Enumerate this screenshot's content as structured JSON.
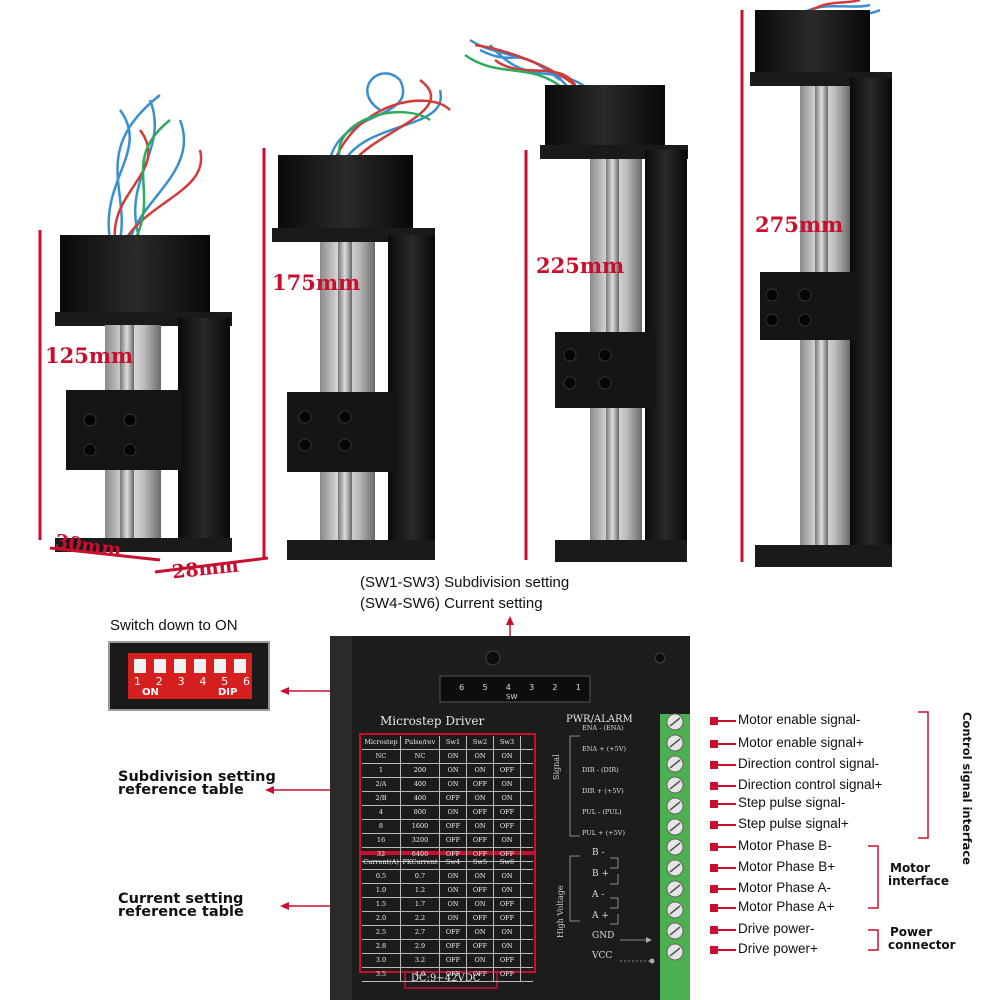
{
  "products": {
    "sizes": [
      "125mm",
      "175mm",
      "225mm",
      "275mm"
    ],
    "width": "30mm",
    "depth": "28mm"
  },
  "switch_info": {
    "subdivision_setting": "(SW1-SW3) Subdivision setting",
    "current_setting": "(SW4-SW6) Current setting",
    "switch_down_on": "Switch down to ON",
    "dip_numbers": [
      "1",
      "2",
      "3",
      "4",
      "5",
      "6"
    ],
    "dip_on": "ON",
    "dip_dip": "DIP"
  },
  "driver": {
    "title": "Microstep Driver",
    "pwr_alarm": "PWR/ALARM",
    "sw_label": "SW",
    "sw_numbers": [
      "6",
      "5",
      "4",
      "3",
      "2",
      "1"
    ],
    "voltage": "DC:9~42VDC",
    "signal_group": "Signal",
    "high_voltage_group": "High Voltage",
    "terminal_labels": [
      "ENA - (ENA)",
      "ENA + (+5V)",
      "DIR - (DIR)",
      "DIR + (+5V)",
      "PUL - (PUL)",
      "PUL + (+5V)",
      "B -",
      "B +",
      "A -",
      "A +",
      "GND",
      "VCC"
    ],
    "microstep_table": {
      "headers": [
        "Microstep",
        "Pulse/rev",
        "Sw1",
        "Sw2",
        "Sw3"
      ],
      "rows": [
        [
          "NC",
          "NC",
          "ON",
          "ON",
          "ON"
        ],
        [
          "1",
          "200",
          "ON",
          "ON",
          "OFF"
        ],
        [
          "2/A",
          "400",
          "ON",
          "OFF",
          "ON"
        ],
        [
          "2/B",
          "400",
          "OFF",
          "ON",
          "ON"
        ],
        [
          "4",
          "800",
          "ON",
          "OFF",
          "OFF"
        ],
        [
          "8",
          "1600",
          "OFF",
          "ON",
          "OFF"
        ],
        [
          "16",
          "3200",
          "OFF",
          "OFF",
          "ON"
        ],
        [
          "32",
          "6400",
          "OFF",
          "OFF",
          "OFF"
        ]
      ]
    },
    "current_table": {
      "headers": [
        "Current(A)",
        "PKCurrent",
        "Sw4",
        "Sw5",
        "Sw6"
      ],
      "rows": [
        [
          "0.5",
          "0.7",
          "ON",
          "ON",
          "ON"
        ],
        [
          "1.0",
          "1.2",
          "ON",
          "OFF",
          "ON"
        ],
        [
          "1.5",
          "1.7",
          "ON",
          "ON",
          "OFF"
        ],
        [
          "2.0",
          "2.2",
          "ON",
          "OFF",
          "OFF"
        ],
        [
          "2.5",
          "2.7",
          "OFF",
          "ON",
          "ON"
        ],
        [
          "2.8",
          "2.9",
          "OFF",
          "OFF",
          "ON"
        ],
        [
          "3.0",
          "3.2",
          "OFF",
          "ON",
          "OFF"
        ],
        [
          "3.5",
          "4.0",
          "OFF",
          "OFF",
          "OFF"
        ]
      ]
    }
  },
  "callouts": {
    "subdivision_ref": [
      "Subdivision setting",
      "reference table"
    ],
    "current_ref": [
      "Current setting",
      "reference table"
    ],
    "terminals": [
      "Motor enable signal-",
      "Motor enable signal+",
      "Direction control signal-",
      "Direction control signal+",
      "Step pulse signal-",
      "Step pulse signal+",
      "Motor Phase B-",
      "Motor Phase B+",
      "Motor Phase A-",
      "Motor Phase A+",
      "Drive power-",
      "Drive power+"
    ],
    "group_control": "Control signal interface",
    "group_motor": [
      "Motor",
      "interface"
    ],
    "group_power": [
      "Power",
      "connector"
    ]
  },
  "colors": {
    "accent_red": "#c8102e",
    "terminal_green": "#4caf50",
    "driver_body": "#1c1c1c",
    "actuator_black": "#111111"
  }
}
